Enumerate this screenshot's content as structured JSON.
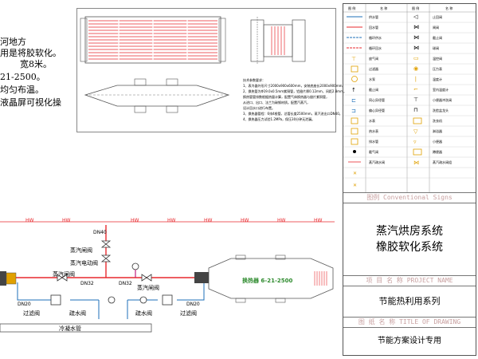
{
  "intro_text": [
    "河地方",
    "用是将胶软化。",
    "宽8米。",
    "21-2500。",
    "均匀布温。",
    "液晶屏可视化操"
  ],
  "spec_notes": {
    "title": "技术参数要求：",
    "lines": [
      "1、表冷器外形尺寸2000x900x600mm，安装底座长2000x900mm。",
      "2、换热管为Φ19.0x0.5mm紫铜管，铝翅片厚0.12mm，间距2.8mm。",
      "   换热管管排数根据热量计算，配置气体换热器与翅片紫铜管，",
      "   从进口、出口、法兰为碳钢材质。配置汽蒸汽，",
      "   设计回水口进行布置。",
      "3、换热器管程：6排4根管，总管长度2500mm，蒸汽进出口DN40。",
      "4、换热器压力试验1.2MPa，保压30分钟无泄漏。"
    ]
  },
  "unit_plate_text": "换热器 6-21-2500",
  "pipe_labels": {
    "hw": "HW",
    "dn40": "DN40",
    "dn32_a": "DN32",
    "dn32_b": "DN32",
    "dn20_a": "DN20",
    "dn20_b": "DN20",
    "steam_gate_valve_a": "蒸汽闸阀",
    "steam_electric_valve": "蒸汽电动阀",
    "steam_gate_valve_b": "蒸汽闸阀",
    "steam_gate_valve_c": "蒸汽闸阀",
    "filter_valve_a": "过滤阀",
    "drain_valve_a": "疏水阀",
    "drain_valve_b": "疏水阀",
    "filter_valve_b": "过滤阀",
    "condensate_pipe": "冷凝水管"
  },
  "legend": {
    "headers": [
      "图 例",
      "名 称",
      "图 例",
      "名 称"
    ],
    "rows": [
      [
        "-SR-",
        "供水管",
        "-",
        "止回阀"
      ],
      [
        "-RR-",
        "回水管",
        "-",
        "闸阀"
      ],
      [
        "-",
        "循环供水",
        "-",
        "截止阀"
      ],
      [
        "-",
        "循环回水",
        "-",
        "球阀"
      ],
      [
        "-",
        "放气阀",
        "-",
        "温控阀"
      ],
      [
        "-",
        "过滤器",
        "-",
        "压力表"
      ],
      [
        "-",
        "水泵",
        "-",
        "温度计"
      ],
      [
        "-",
        "截止阀",
        "-",
        "室内温度计"
      ],
      [
        "-",
        "同心异径管",
        "-",
        "小便器冲洗阀"
      ],
      [
        "-",
        "偏心异径管",
        "-",
        "洗脸盆龙头"
      ],
      [
        "-",
        "水表",
        "-",
        "洗衣机"
      ],
      [
        "-",
        "热水表",
        "-",
        "淋浴器"
      ],
      [
        "-",
        "排水管",
        "-",
        "小便器"
      ],
      [
        "-",
        "截气阀",
        "-",
        "蹲便器"
      ],
      [
        "-",
        "蒸汽疏水阀",
        "-",
        "蒸汽疏水阀组"
      ],
      [
        "-",
        "-",
        "-",
        "-"
      ],
      [
        "-",
        "-",
        "-",
        "-"
      ]
    ]
  },
  "title_block": {
    "legend_caption": "图例 Conventional Signs",
    "system_title_1": "蒸汽烘房系统",
    "system_title_2": "橡胶软化系统",
    "project_name_label": "项 目 名 称 PROJECT NAME",
    "project_name": "节能热利用系列",
    "drawing_title_label": "图 纸 名 称 TITLE OF DRAWING",
    "drawing_title": "节能方案设计专用"
  },
  "colors": {
    "steam_pipe": "#e8292e",
    "hw_line": "#e8292e",
    "condensate": "#1d6fb8",
    "frame": "#555555",
    "label_pink": "#c89696",
    "green_plate": "#2e8b2e"
  }
}
